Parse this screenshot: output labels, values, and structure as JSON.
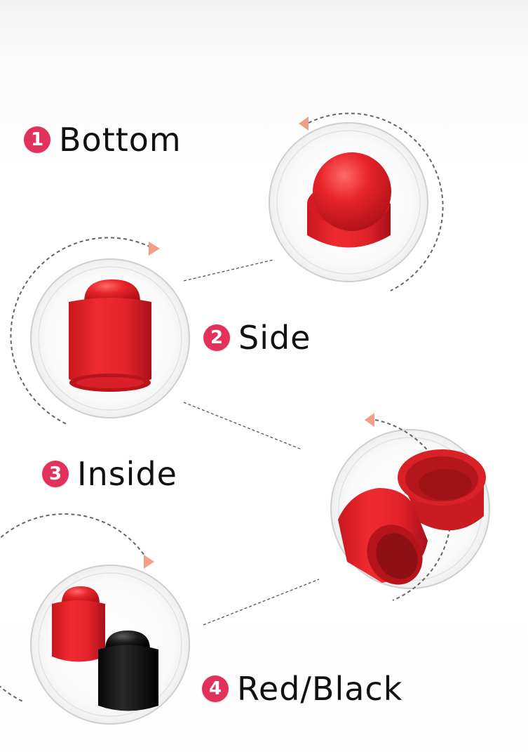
{
  "labels": [
    {
      "number": "1",
      "text": "Bottom"
    },
    {
      "number": "2",
      "text": "Side"
    },
    {
      "number": "3",
      "text": "Inside"
    },
    {
      "number": "4",
      "text": "Red/Black"
    }
  ],
  "colors": {
    "badge": "#e2325c",
    "cap_red": "#e51c23",
    "cap_black": "#111111",
    "arrow": "#f0a088",
    "dash": "#555555"
  },
  "icons": [
    "number-badge",
    "curved-arrow-icon"
  ]
}
